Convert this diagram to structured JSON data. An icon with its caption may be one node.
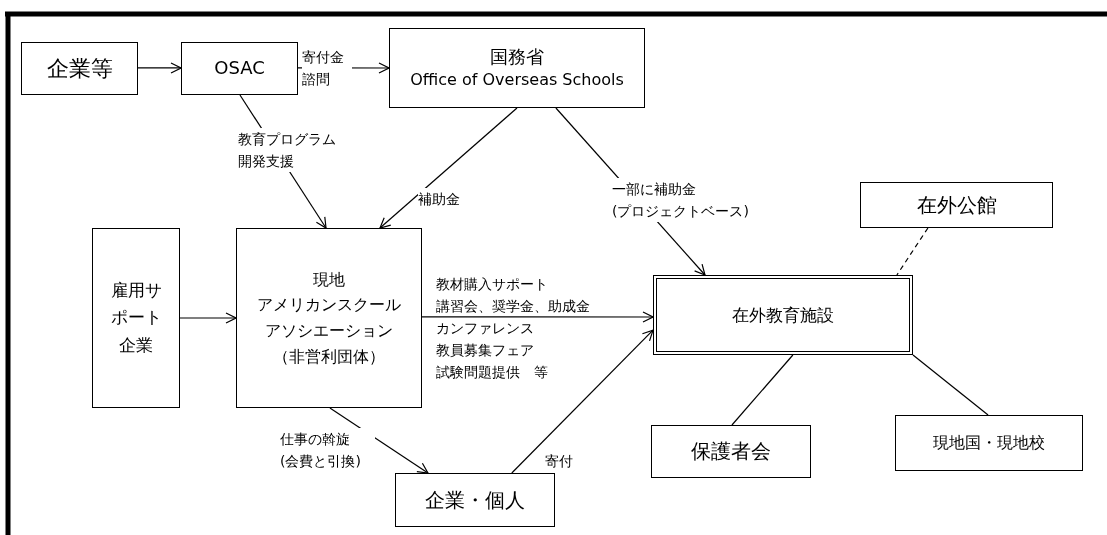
{
  "diagram": {
    "nodes": [
      {
        "text": [
          "企業等"
        ]
      },
      {
        "text": [
          "OSAC"
        ]
      },
      {
        "text": [
          "国務省",
          "Office of Overseas Schools"
        ]
      },
      {
        "text": [
          "雇用サポート企業"
        ]
      },
      {
        "text": [
          "現地アメリカンスクールアソシエーション（非営利団体）"
        ]
      },
      {
        "text": [
          "在外公館"
        ]
      },
      {
        "text": [
          "在外教育施設"
        ]
      },
      {
        "text": [
          "企業・個人"
        ]
      },
      {
        "text": [
          "保護者会"
        ]
      },
      {
        "text": [
          "現地国・現地校"
        ]
      }
    ],
    "edges": [
      {
        "from": 0,
        "to": 1,
        "arrow": "to"
      },
      {
        "from": 1,
        "to": 2,
        "arrow": "to",
        "label": "寄付金諮問"
      },
      {
        "from": 1,
        "to": 4,
        "arrow": "to",
        "label": "教育プログラム開発支援"
      },
      {
        "from": 2,
        "to": 4,
        "arrow": "to",
        "label": "補助金"
      },
      {
        "from": 2,
        "to": 6,
        "arrow": "to",
        "label": "一部に補助金(プロジェクトベース)"
      },
      {
        "from": 3,
        "to": 4,
        "arrow": "to"
      },
      {
        "from": 4,
        "to": 6,
        "arrow": "to",
        "label": "教材購入サポート講習会、奨学金、助成金カンファレンス教員募集フェア試験問題提供　等"
      },
      {
        "from": 4,
        "to": 7,
        "arrow": "to",
        "label": "仕事の斡旋(会費と引換)"
      },
      {
        "from": 7,
        "to": 6,
        "arrow": "to",
        "label": "寄付"
      },
      {
        "from": 5,
        "to": 6,
        "arrow": "none",
        "style": "dashed"
      },
      {
        "from": 6,
        "to": 8,
        "arrow": "none"
      },
      {
        "from": 6,
        "to": 9,
        "arrow": "none"
      }
    ]
  }
}
